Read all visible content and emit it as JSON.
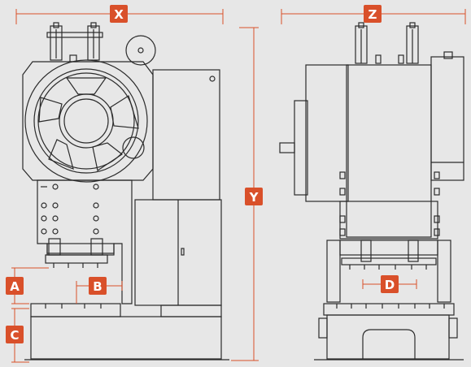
{
  "colors": {
    "background": "#e7e7e7",
    "line": "#2b2b2b",
    "dimension_accent": "#d9502a",
    "label_text": "#ffffff"
  },
  "dimensions": {
    "x": "X",
    "y": "Y",
    "z": "Z",
    "a": "A",
    "b": "B",
    "c": "C",
    "d": "D"
  }
}
